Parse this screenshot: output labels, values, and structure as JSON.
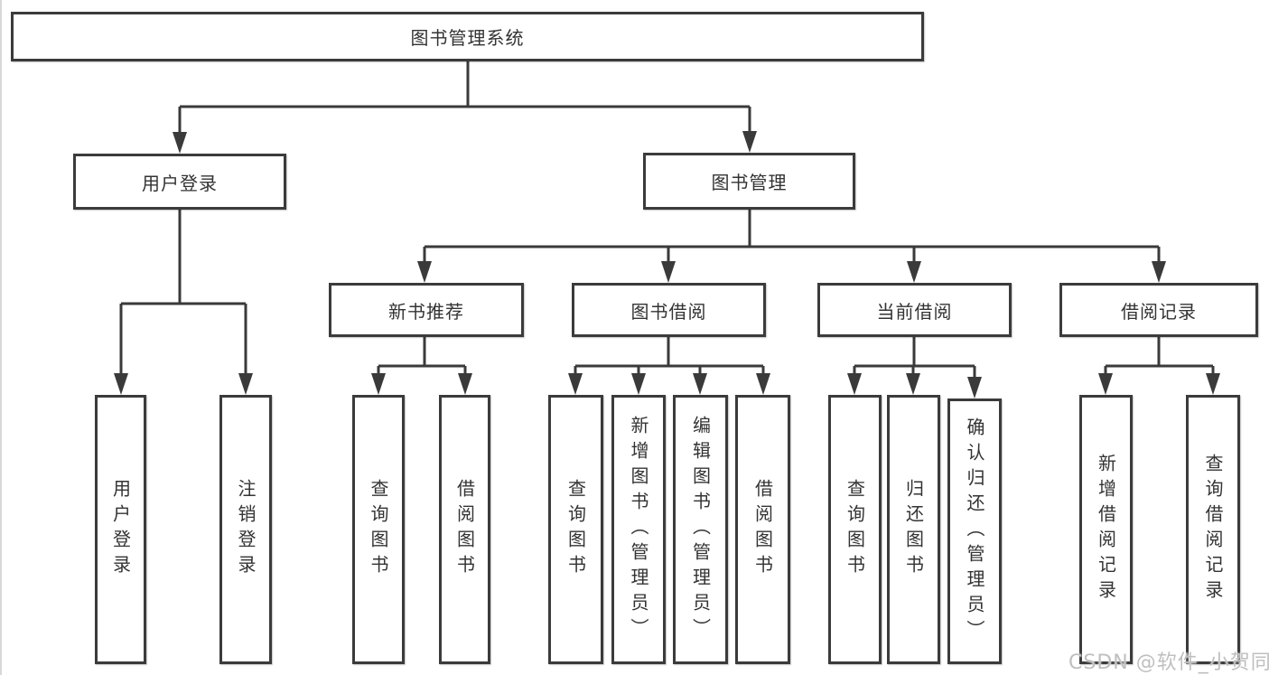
{
  "colors": {
    "line": "#3a3a3a",
    "box_border": "#3b3b3b",
    "text": "#333333",
    "watermark": "#bfbfbf",
    "background": "#ffffff"
  },
  "watermark": {
    "text": "CSDN @软件_小贺同学"
  },
  "tree": {
    "root": {
      "label": "图书管理系统"
    },
    "branches": [
      {
        "label": "用户登录",
        "children": [
          {
            "label": "用户登录"
          },
          {
            "label": "注销登录"
          }
        ]
      },
      {
        "label": "图书管理",
        "children": [
          {
            "label": "新书推荐",
            "children": [
              {
                "label": "查询图书"
              },
              {
                "label": "借阅图书"
              }
            ]
          },
          {
            "label": "图书借阅",
            "children": [
              {
                "label": "查询图书"
              },
              {
                "label": "新增图书（管理员）"
              },
              {
                "label": "编辑图书（管理员）"
              },
              {
                "label": "借阅图书"
              }
            ]
          },
          {
            "label": "当前借阅",
            "children": [
              {
                "label": "查询图书"
              },
              {
                "label": "归还图书"
              },
              {
                "label": "确认归还（管理员）"
              }
            ]
          },
          {
            "label": "借阅记录",
            "children": [
              {
                "label": "新增借阅记录"
              },
              {
                "label": "查询借阅记录"
              }
            ]
          }
        ]
      }
    ]
  }
}
